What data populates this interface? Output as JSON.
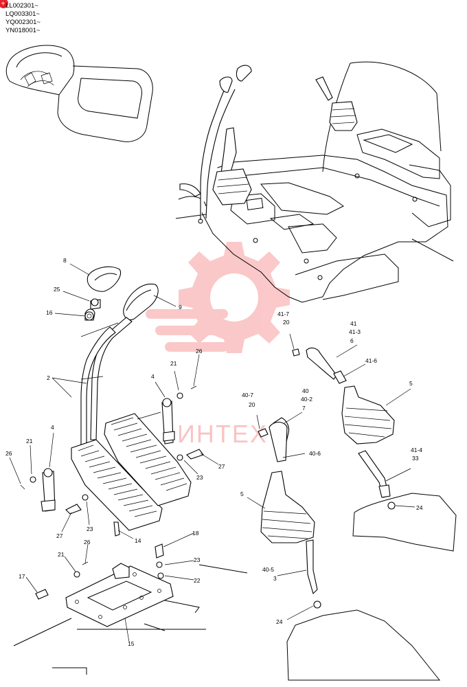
{
  "serials": [
    "LL002301~",
    "LQ003301~",
    "YQ002301~",
    "YN018001~"
  ],
  "badge_color": "#e8202a",
  "watermark": {
    "text": "ИНТЕХ",
    "color": "#f03c3c"
  },
  "labels": {
    "p2": "2",
    "p3": "3",
    "p4a": "4",
    "p4b": "4",
    "p5a": "5",
    "p5b": "5",
    "p6": "6",
    "p7": "7",
    "p8": "8",
    "p9": "9",
    "p14": "14",
    "p15": "15",
    "p16": "16",
    "p17": "17",
    "p18": "18",
    "p20a": "20",
    "p20b": "20",
    "p21a": "21",
    "p21b": "21",
    "p21c": "21",
    "p22": "22",
    "p23a": "23",
    "p23b": "23",
    "p23c": "23",
    "p24a": "24",
    "p24b": "24",
    "p25": "25",
    "p26a": "26",
    "p26b": "26",
    "p26c": "26",
    "p27a": "27",
    "p27b": "27",
    "p33": "33",
    "p40": "40",
    "p40_2": "40-2",
    "p40_5": "40-5",
    "p40_6": "40-6",
    "p40_7": "40-7",
    "p41": "41",
    "p41_3": "41-3",
    "p41_4": "41-4",
    "p41_6": "41-6",
    "p41_7": "41-7"
  }
}
